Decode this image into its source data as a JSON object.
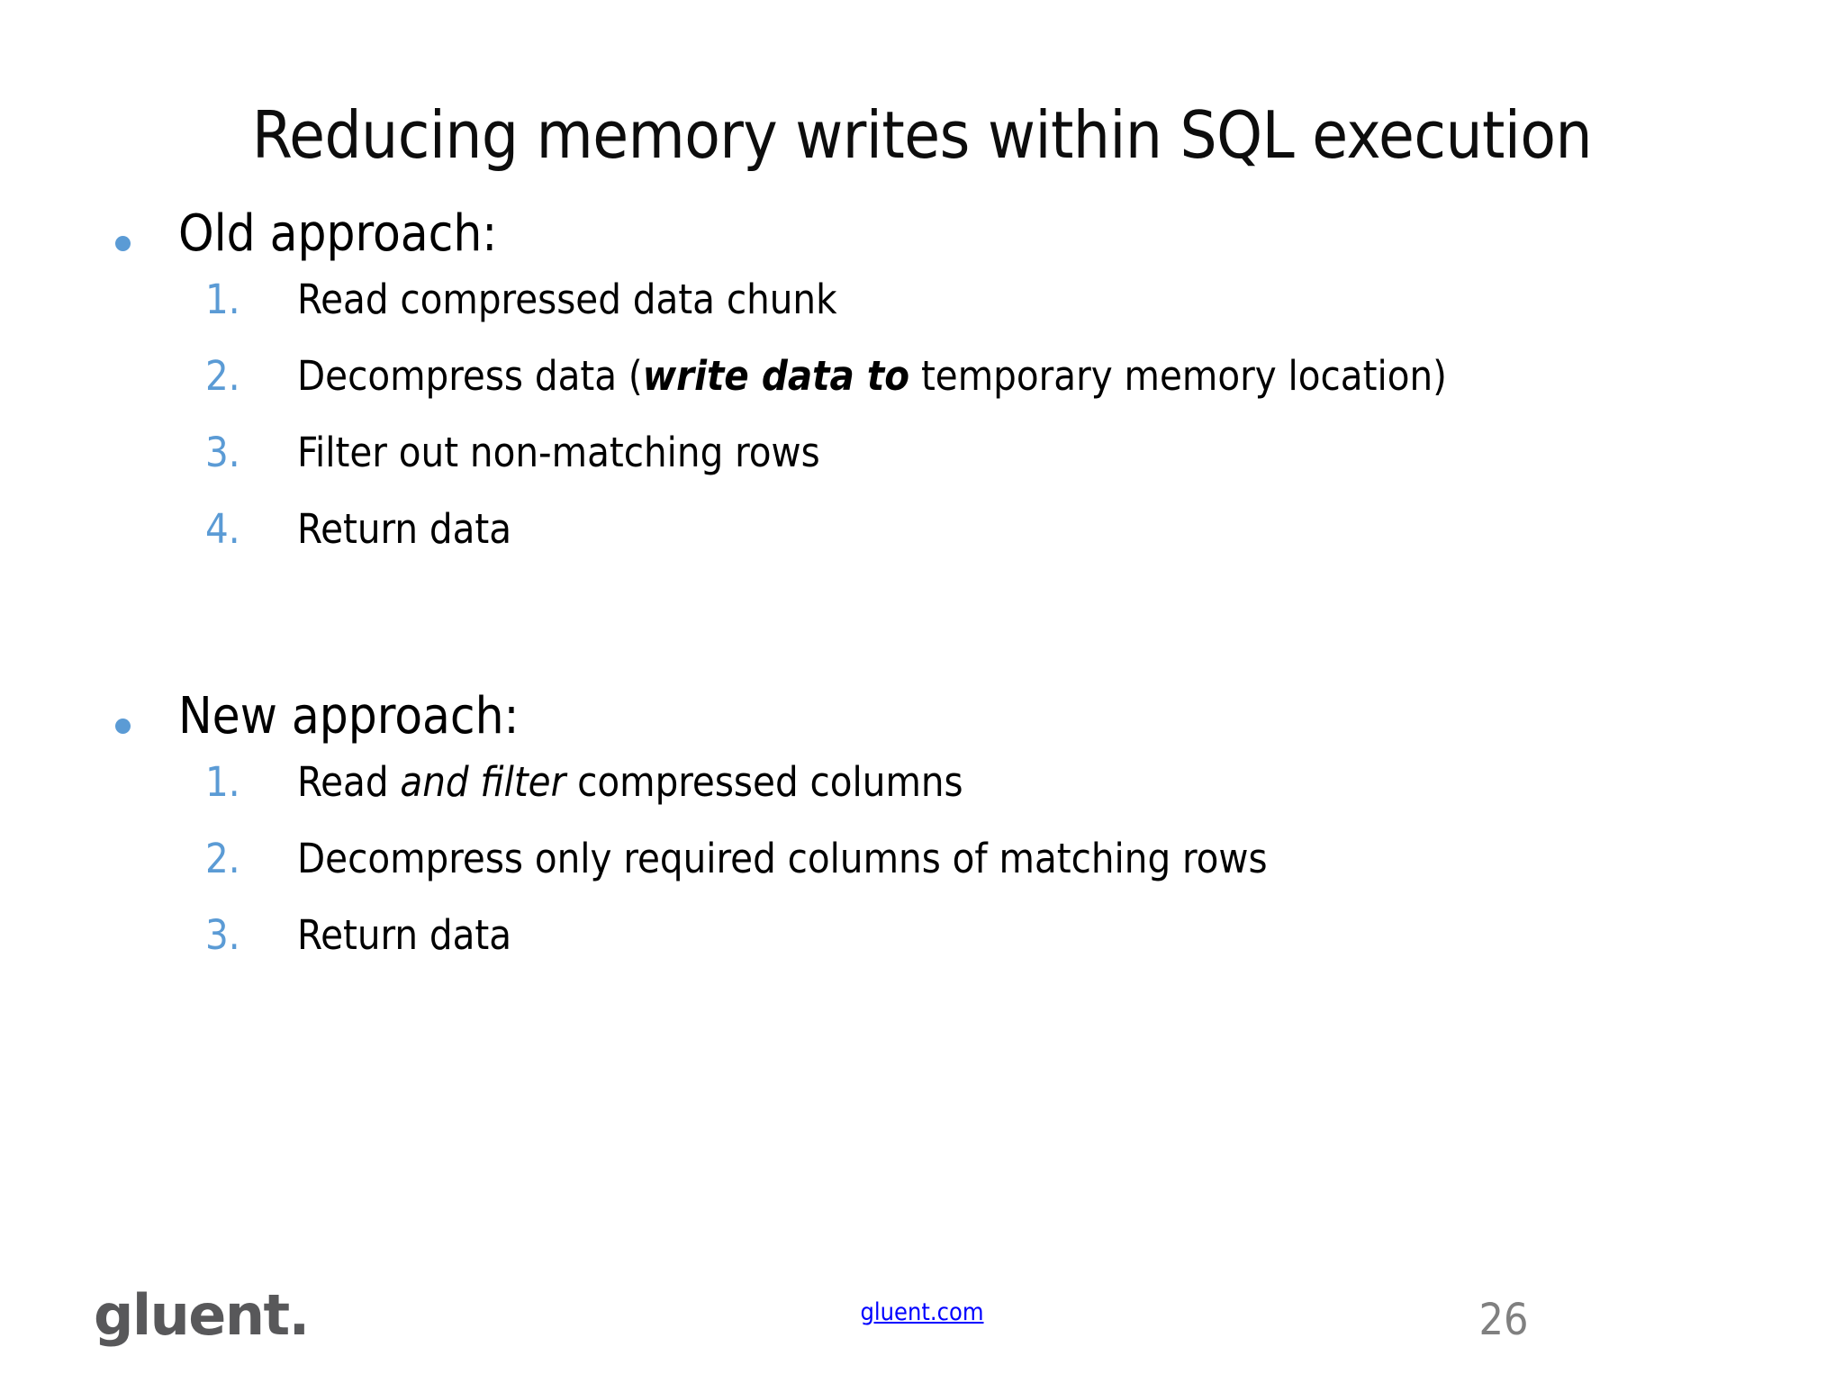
{
  "slide": {
    "title": "Reducing memory writes within SQL execution",
    "page_number": "26",
    "background_color": "#ffffff",
    "accent_color": "#5b9bd5",
    "text_color": "#000000"
  },
  "sections": [
    {
      "heading": "Old approach:",
      "bullet_icon": "blue-dot",
      "items": [
        {
          "number": "1.",
          "parts": [
            {
              "text": "Read compressed data chunk",
              "style": "normal"
            }
          ]
        },
        {
          "number": "2.",
          "parts": [
            {
              "text": "Decompress data (",
              "style": "normal"
            },
            {
              "text": "write data to",
              "style": "bold-italic"
            },
            {
              "text": " temporary memory location)",
              "style": "normal"
            }
          ]
        },
        {
          "number": "3.",
          "parts": [
            {
              "text": "Filter out non-matching rows",
              "style": "normal"
            }
          ]
        },
        {
          "number": "4.",
          "parts": [
            {
              "text": "Return data",
              "style": "normal"
            }
          ]
        }
      ]
    },
    {
      "heading": "New approach:",
      "bullet_icon": "blue-dot",
      "items": [
        {
          "number": "1.",
          "parts": [
            {
              "text": "Read ",
              "style": "normal"
            },
            {
              "text": "and filter",
              "style": "italic"
            },
            {
              "text": " compressed columns",
              "style": "normal"
            }
          ]
        },
        {
          "number": "2.",
          "parts": [
            {
              "text": "Decompress only required columns of matching rows",
              "style": "normal"
            }
          ]
        },
        {
          "number": "3.",
          "parts": [
            {
              "text": "Return data",
              "style": "normal"
            }
          ]
        }
      ]
    }
  ],
  "footer": {
    "logo_text": "gluent.",
    "logo_color": "#58585a",
    "link_text": "gluent.com",
    "link_color": "#0000ff"
  }
}
